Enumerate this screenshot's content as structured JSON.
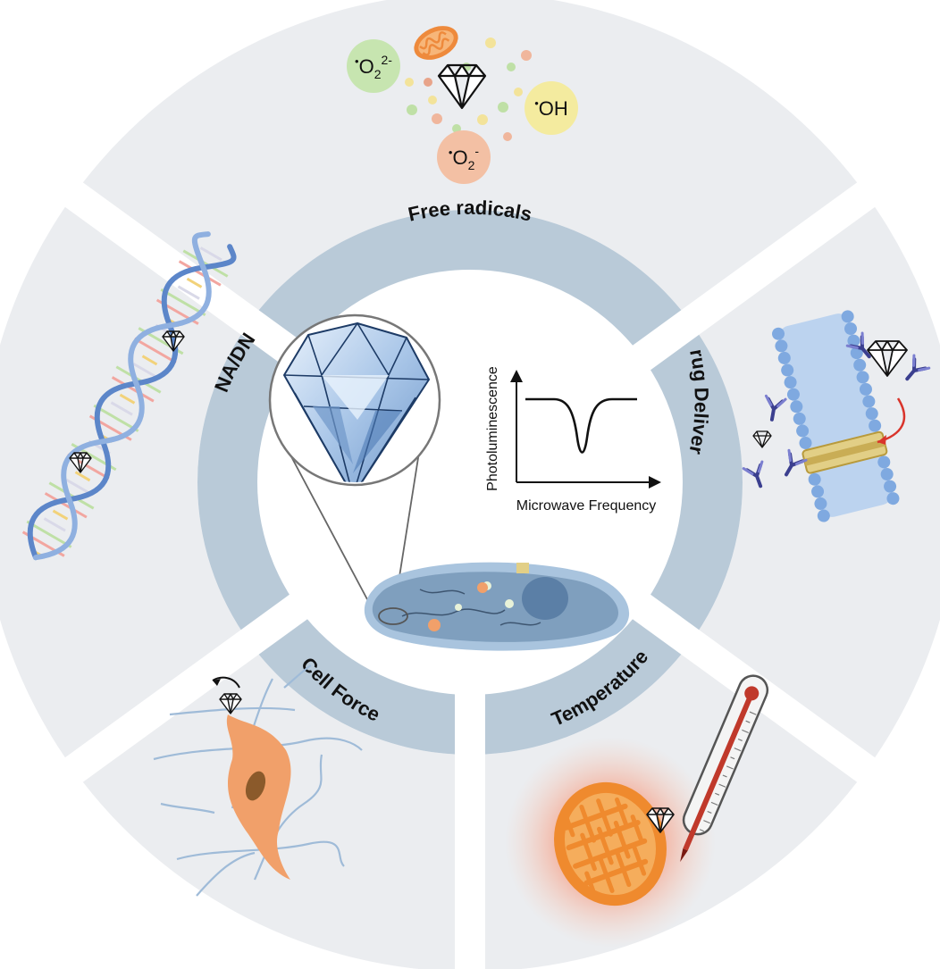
{
  "segments": {
    "free_radicals": "Free radicals",
    "drug_delivery": "Drug Delivery",
    "temperature": "Temperature",
    "cell_force": "Cell Force",
    "rna_dna": "RNA/DNA"
  },
  "radicals": {
    "superoxide_dianion": {
      "dot": "•",
      "base": "O",
      "sub": "2",
      "sup": "2-"
    },
    "hydroxyl": {
      "dot": "•",
      "base": "OH"
    },
    "superoxide": {
      "dot": "•",
      "base": "O",
      "sub": "2",
      "sup": "-"
    }
  },
  "inset_plot": {
    "xlabel": "Microwave Frequency",
    "ylabel": "Photoluminescence"
  },
  "colors": {
    "outer_ring": "#ebedf0",
    "band": "#b9cad8",
    "accent_orange": "#e8813a",
    "thermometer_red": "#c0392b",
    "diamond_blue": "#8fb3dc",
    "cell_blue": "#7f9fbe"
  },
  "icons": [
    "diamond-icon",
    "mitochondrion-icon",
    "dna-helix-icon",
    "thermometer-icon",
    "antibody-icon",
    "cell-icon"
  ]
}
